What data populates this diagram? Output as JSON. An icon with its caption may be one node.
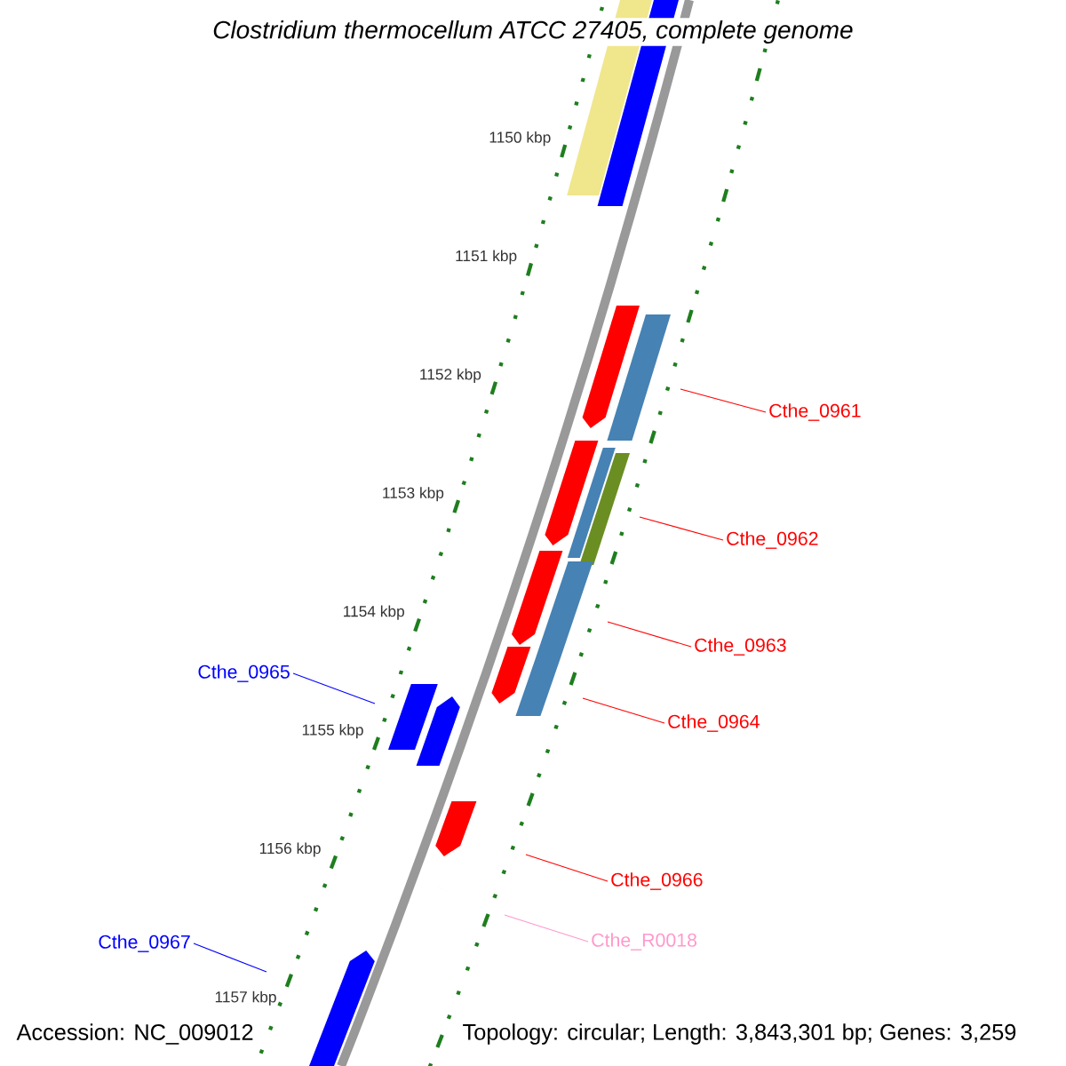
{
  "diagram": {
    "title": "Clostridium thermocellum ATCC 27405, complete genome",
    "nodes": [
      {
        "text": [
          "Cthe_0961"
        ]
      },
      {
        "text": [
          "Cthe_0962"
        ]
      },
      {
        "text": [
          "Cthe_0963"
        ]
      },
      {
        "text": [
          "Cthe_0965"
        ]
      },
      {
        "text": [
          "Cthe_0964"
        ]
      },
      {
        "text": [
          "Cthe_0966"
        ]
      },
      {
        "text": [
          "Cthe_R0018"
        ]
      },
      {
        "text": [
          "Cthe_0967"
        ]
      }
    ],
    "edges": [
      {
        "from": 0,
        "to": null,
        "arrow": "none"
      },
      {
        "from": 1,
        "to": null,
        "arrow": "none"
      },
      {
        "from": 2,
        "to": null,
        "arrow": "none"
      },
      {
        "from": 3,
        "to": null,
        "arrow": "none",
        "color": "#0000ff"
      },
      {
        "from": 4,
        "to": null,
        "arrow": "none"
      },
      {
        "from": 5,
        "to": null,
        "arrow": "none"
      },
      {
        "from": 6,
        "to": null,
        "arrow": "none",
        "color": "#ff99cc"
      },
      {
        "from": 7,
        "to": null,
        "arrow": "none",
        "color": "#0000ff"
      }
    ],
    "labels": [
      "1150 kbp",
      "1151 kbp",
      "1152 kbp",
      "1153 kbp",
      "1154 kbp",
      "1155 kbp",
      "1156 kbp",
      "1157 kbp",
      "Accession: NC_009012",
      "Topology: circular; Length: 3,843,301 bp; Genes: 3,259"
    ]
  }
}
